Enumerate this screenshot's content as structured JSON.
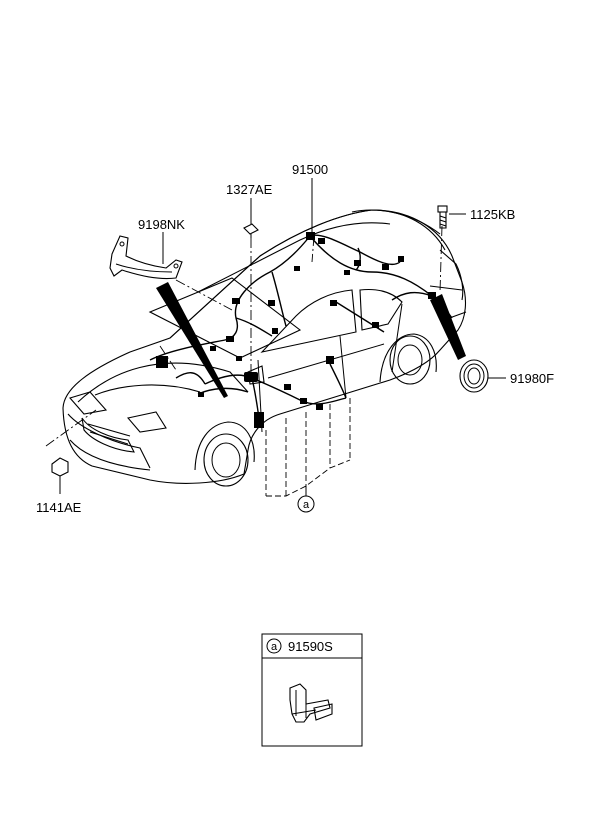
{
  "callouts": {
    "p91500": "91500",
    "p1327AE": "1327AE",
    "p9198NK": "9198NK",
    "p1125KB": "1125KB",
    "p91980F": "91980F",
    "p1141AE": "1141AE",
    "ref_a": "a"
  },
  "detail": {
    "badge": "a",
    "part": "91590S"
  }
}
